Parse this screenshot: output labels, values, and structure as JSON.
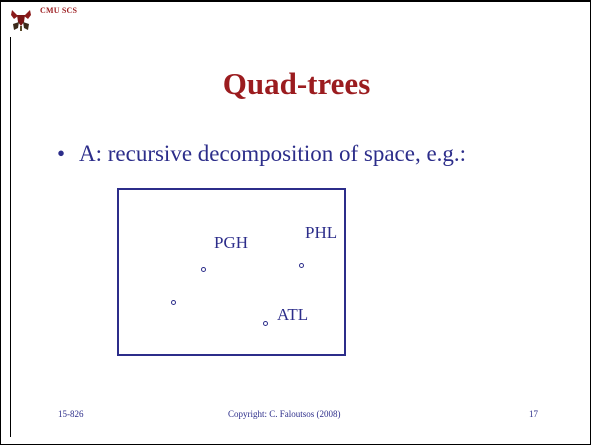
{
  "header": {
    "org_label": "CMU SCS"
  },
  "slide": {
    "title": "Quad-trees",
    "bullet_marker": "•",
    "bullet_text": "A: recursive decomposition of space, e.g.:"
  },
  "map": {
    "labels": {
      "pgh": "PGH",
      "phl": "PHL",
      "atl": "ATL"
    }
  },
  "footer": {
    "course": "15-826",
    "copyright": "Copyright: C. Faloutsos (2008)",
    "page_number": "17"
  },
  "colors": {
    "title": "#9b1c1f",
    "text": "#2c2d8a"
  }
}
